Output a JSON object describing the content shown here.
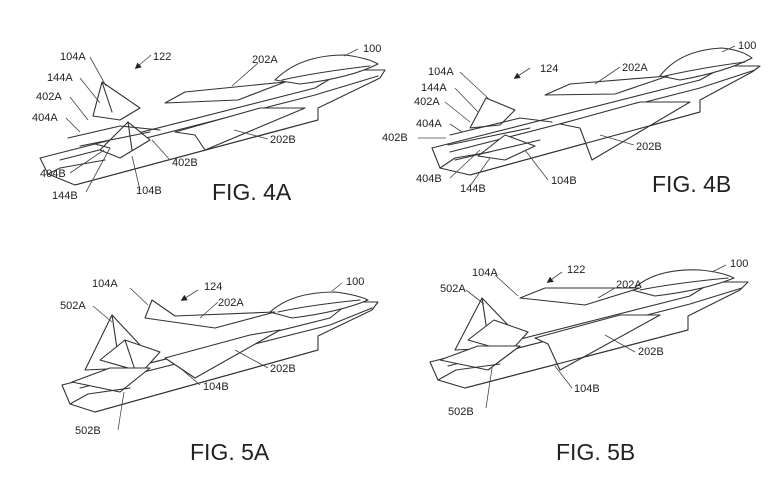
{
  "figures": [
    {
      "caption": "FIG. 4A",
      "refs": [
        "100",
        "122",
        "202A",
        "104A",
        "144A",
        "402A",
        "404A",
        "404B",
        "144B",
        "104B",
        "402B",
        "202B"
      ]
    },
    {
      "caption": "FIG. 4B",
      "refs": [
        "100",
        "124",
        "202A",
        "104A",
        "144A",
        "402A",
        "404A",
        "402B",
        "404B",
        "144B",
        "104B",
        "202B"
      ]
    },
    {
      "caption": "FIG. 5A",
      "refs": [
        "104A",
        "124",
        "100",
        "202A",
        "502A",
        "202B",
        "104B",
        "502B"
      ]
    },
    {
      "caption": "FIG. 5B",
      "refs": [
        "104A",
        "122",
        "100",
        "202A",
        "502A",
        "202B",
        "104B",
        "502B"
      ]
    }
  ]
}
